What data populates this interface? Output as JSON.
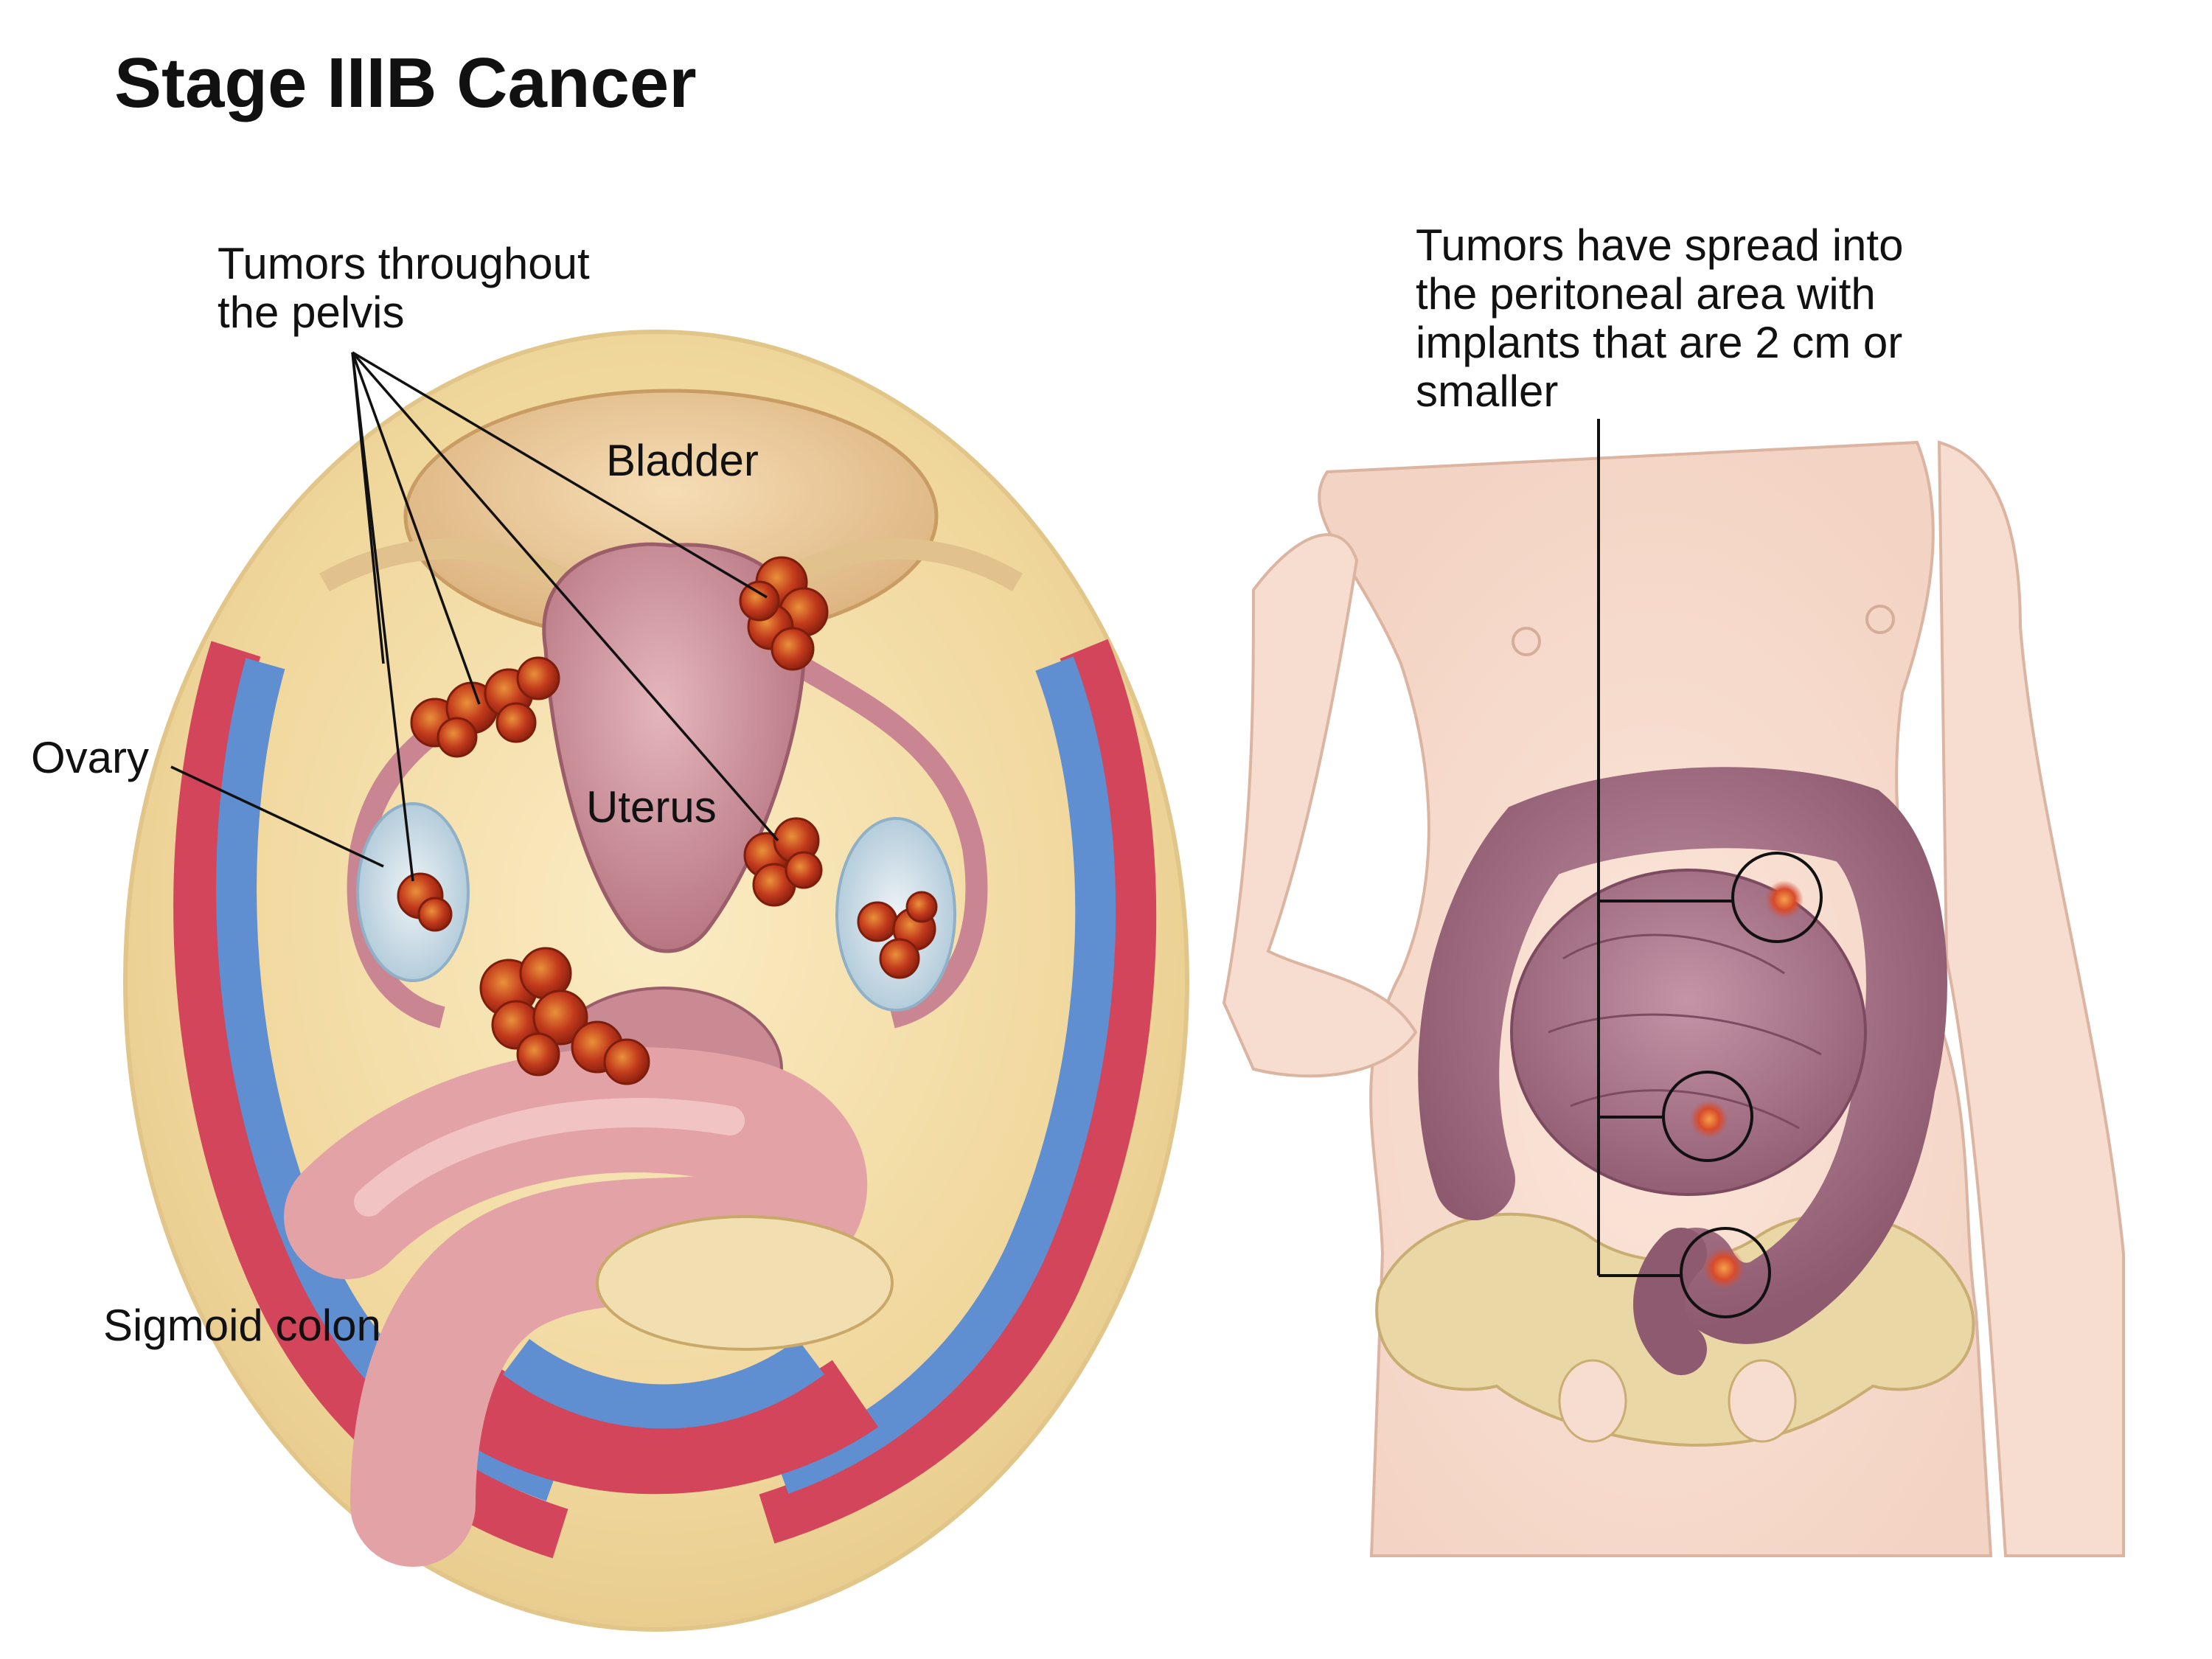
{
  "title": "Stage IIIB Cancer",
  "labels": {
    "tumors_pelvis": [
      "Tumors throughout",
      "the pelvis"
    ],
    "bladder": "Bladder",
    "uterus": "Uterus",
    "ovary": "Ovary",
    "sigmoid_colon": "Sigmoid colon",
    "peritoneal": [
      "Tumors have spread into",
      "the peritoneal area with",
      "implants that are 2 cm or",
      "smaller"
    ]
  },
  "colors": {
    "fat_yellow": "#f2dca2",
    "bladder_tan": "#e9c896",
    "uterus_pink": "#c98a94",
    "tumor_red": "#c0391b",
    "vein_blue": "#5f8fd0",
    "artery_red": "#d2455a",
    "colon_pink": "#e3a3a6",
    "skin": "#f8e2d6",
    "intestine_mauve": "#a56f85",
    "pelvis_bone": "#ead7a6"
  }
}
